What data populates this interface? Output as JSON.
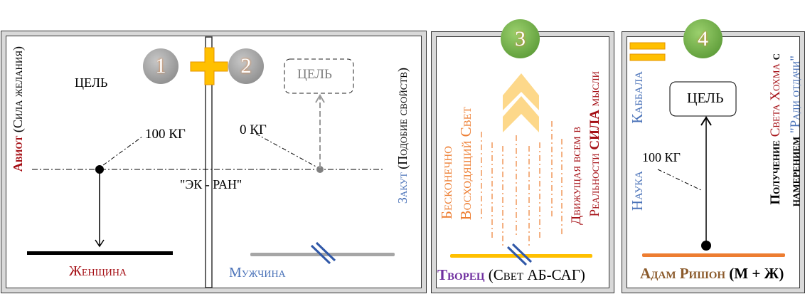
{
  "panel1": {
    "number1": "1",
    "number2": "2",
    "left_vertical_label": "Авиот",
    "left_vertical_sub": "(Сила желания)",
    "right_vertical_label": "Закут",
    "right_vertical_sub": "(Подобие свойств)",
    "goal_left": "ЦЕЛЬ",
    "goal_right": "ЦЕЛЬ",
    "weight_left": "100 КГ",
    "weight_right": "0 КГ",
    "screen_label": "\"ЭК - РАН\"",
    "woman_label": "Женщина",
    "man_label": "Мужчина"
  },
  "panel2": {
    "number": "3",
    "infinite_label": "Бесконечно",
    "ascending_label": "Восходящий Свет",
    "moving_label": "Движущая всем в",
    "reality_label": "Реальности",
    "force_label": "СИЛА",
    "thought_label": "мысли",
    "creator_label": "Творец",
    "creator_sub": "(Свет АБ-САГ)"
  },
  "panel3": {
    "number": "4",
    "science_label": "Наука",
    "kabbalah_label": "Каббала",
    "goal": "ЦЕЛЬ",
    "weight": "100 КГ",
    "receiving_label": "Получение",
    "light_label": "Света Хохма",
    "with_label": "с",
    "intention_label": "намерением",
    "for_giving_label": "\"Ради отдачи\"",
    "adam_label": "Адам Ришон",
    "adam_sub": "(М + Ж)"
  },
  "colors": {
    "red": "#a50f15",
    "blue": "#4a72b8",
    "orange": "#ed7d31",
    "yellow": "#ffc000",
    "green": "#6aa84f",
    "purple": "#7030a0",
    "brown": "#8b5a2b"
  }
}
